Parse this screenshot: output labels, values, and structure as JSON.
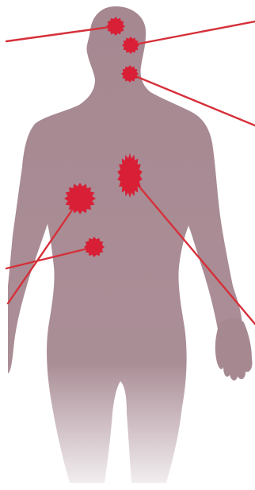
{
  "figure": {
    "colors": {
      "background": "#ffffff",
      "body": "#a68891",
      "marker": "#d81f36",
      "leader_line": "#d6303a"
    },
    "markers": [
      {
        "name": "forehead",
        "shape": "starburst"
      },
      {
        "name": "temple",
        "shape": "starburst"
      },
      {
        "name": "neck",
        "shape": "starburst"
      },
      {
        "name": "left-chest",
        "shape": "starburst"
      },
      {
        "name": "right-chest",
        "shape": "oval-starburst"
      },
      {
        "name": "upper-abdomen",
        "shape": "starburst"
      }
    ]
  }
}
